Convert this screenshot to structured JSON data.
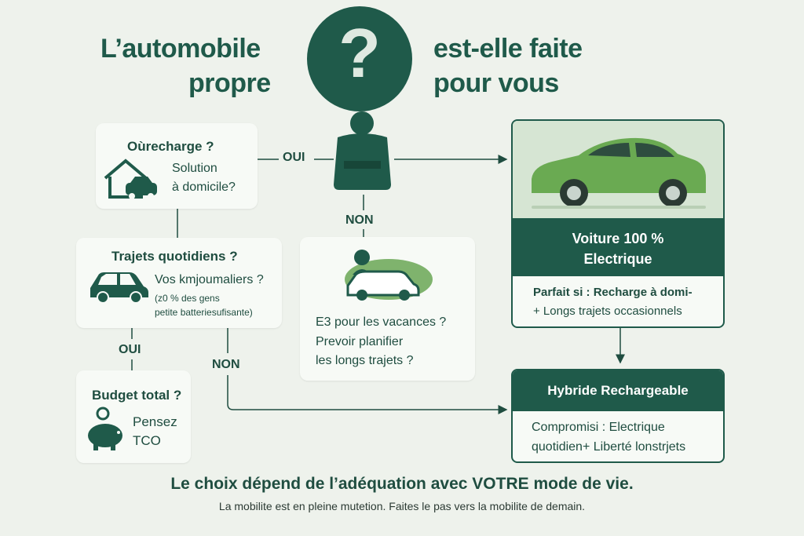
{
  "title": {
    "left_line1": "L’automobile",
    "left_line2": "propre",
    "right_line1": "est-elle faite",
    "right_line2": "pour vous",
    "symbol": "?"
  },
  "box_recharge": {
    "title": "Oùrecharge ?",
    "line1": "Solution",
    "line2": "à domicile?",
    "icon": "house-car-icon"
  },
  "box_trajets": {
    "title": "Trajets quotidiens ?",
    "line1": "Vos kmjoumaliers ?",
    "line2": "(z0 % des gens",
    "line3": "petite batteriesufisante)",
    "icon": "car-icon"
  },
  "box_budget": {
    "title": "Budget total ?",
    "line1": "Pensez",
    "line2": "TCO",
    "icon": "piggy-bank-icon"
  },
  "box_vacances": {
    "line1": "E3 pour les vacances ?",
    "line2": "Prevoir planifier",
    "line3": "les longs trajets ?",
    "icon": "driver-car-icon"
  },
  "labels": {
    "oui_top": "OUI",
    "non_center": "NON",
    "oui_left": "OUI",
    "non_left": "NON"
  },
  "box_electric": {
    "title_line1": "Voiture 100 %",
    "title_line2": "Electrique",
    "desc_line1": "Parfait si : Recharge à domi-",
    "desc_line2": "+ Longs trajets occasionnels",
    "icon": "electric-car-icon"
  },
  "box_hybrid": {
    "title": "Hybride Rechargeable",
    "desc_line1": "Compromisi : Electrique",
    "desc_line2": "quotidien+ Liberté lonstrjets"
  },
  "footer": {
    "main": "Le choix dépend de l’adéquation avec VOTRE mode de vie.",
    "sub": "La mobilite est en pleine mutetion. Faites le pas vers la mobilite de demain."
  },
  "colors": {
    "background": "#eef2ec",
    "dark_green": "#1f5a4a",
    "car_green": "#6aaa52",
    "box": "#f7faf6"
  }
}
